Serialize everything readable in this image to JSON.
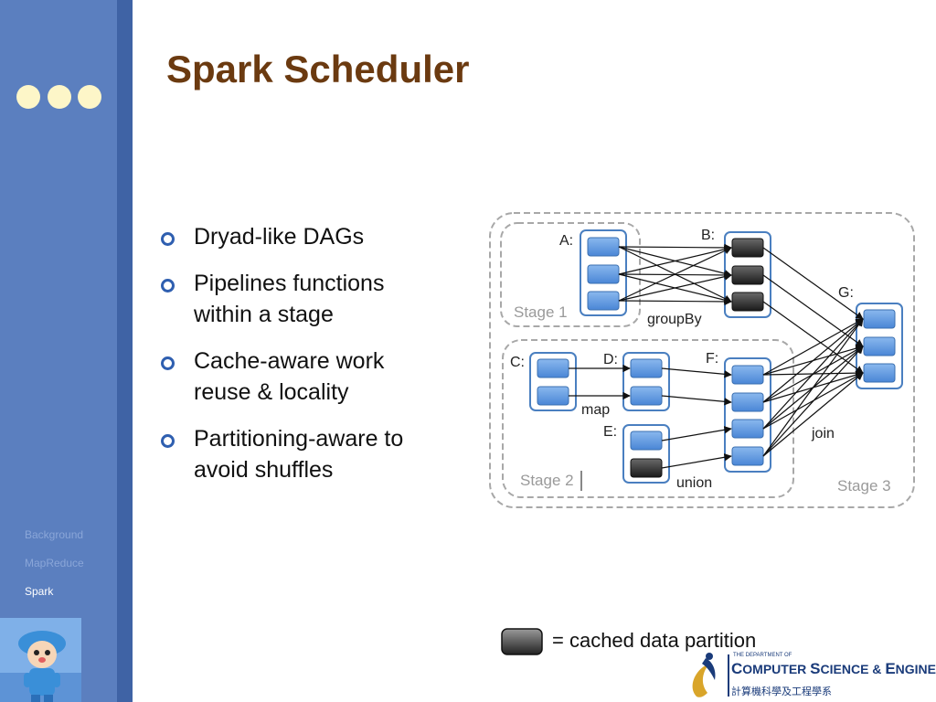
{
  "slide": {
    "title": "Spark Scheduler",
    "bullets": [
      "Dryad-like DAGs",
      "Pipelines functions within a stage",
      "Cache-aware work reuse & locality",
      "Partitioning-aware to avoid shuffles"
    ]
  },
  "sidebar": {
    "nav": [
      {
        "label": "Background",
        "active": false
      },
      {
        "label": "MapReduce",
        "active": false
      },
      {
        "label": "Spark",
        "active": true
      }
    ]
  },
  "diagram": {
    "rdds": {
      "a": "A:",
      "b": "B:",
      "c": "C:",
      "d": "D:",
      "e": "E:",
      "f": "F:",
      "g": "G:"
    },
    "stages": {
      "s1": "Stage 1",
      "s2": "Stage 2",
      "s3": "Stage 3"
    },
    "ops": {
      "groupby": "groupBy",
      "map": "map",
      "union": "union",
      "join": "join"
    }
  },
  "legend": {
    "text": "= cached data partition"
  },
  "logo": {
    "small": "THE DEPARTMENT OF",
    "line1_a": "C",
    "line1_b": "OMPUTER ",
    "line1_c": "S",
    "line1_d": "CIENCE & ",
    "line1_e": "E",
    "line1_f": "NGINEERING",
    "chinese": "計算機科學及工程學系"
  },
  "colors": {
    "sidebar": "#5b7fbf",
    "title": "#6b3a10",
    "partition_blue": "#5b9be0",
    "partition_cached": "#333333",
    "rdd_border": "#4a7fc0"
  }
}
